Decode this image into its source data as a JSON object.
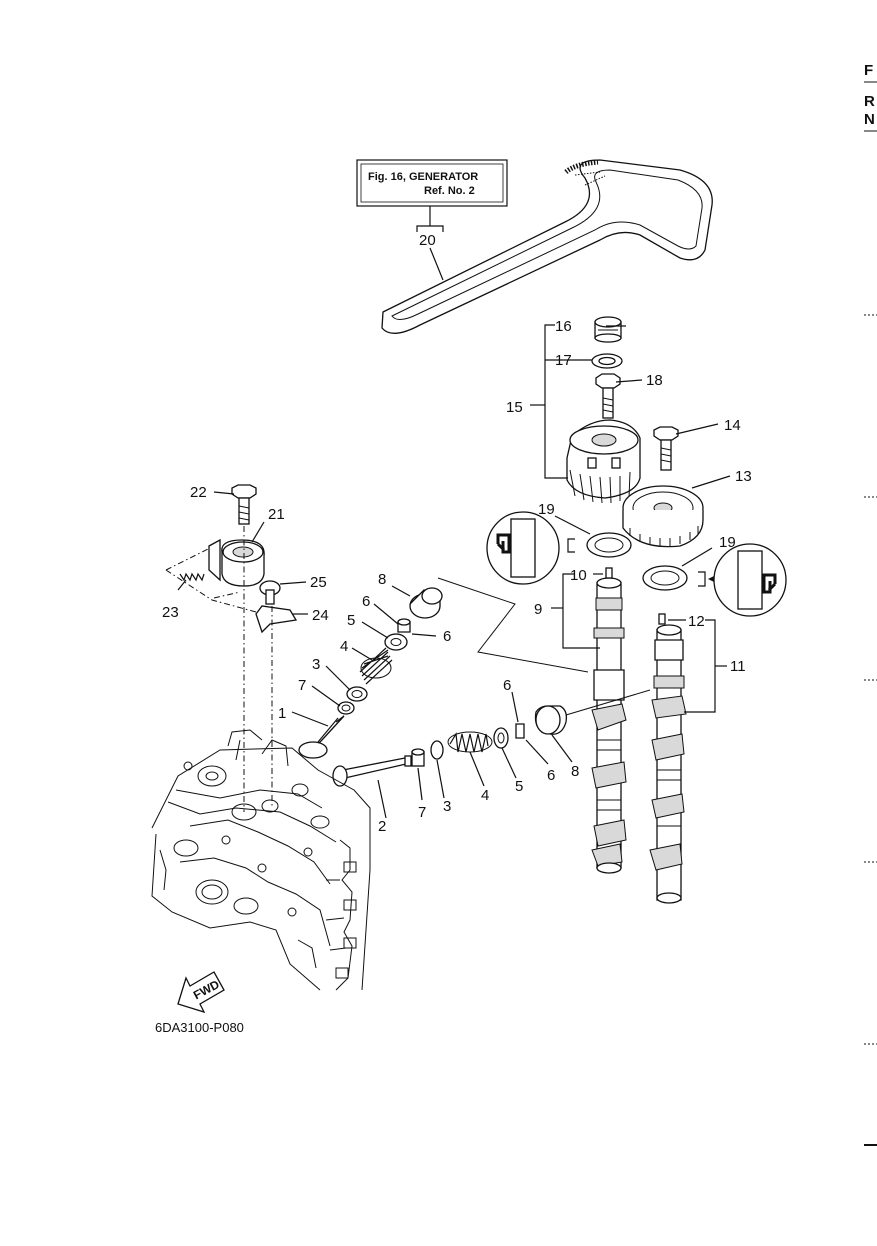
{
  "edge_markers": [
    "F",
    "R",
    "N"
  ],
  "reference_box": {
    "line1": "Fig. 16, GENERATOR",
    "line2": "Ref. No. 2"
  },
  "callouts": {
    "c1": "1",
    "c2": "2",
    "c3a": "3",
    "c3b": "3",
    "c4a": "4",
    "c4b": "4",
    "c5a": "5",
    "c5b": "5",
    "c6a": "6",
    "c6b": "6",
    "c6c": "6",
    "c6d": "6",
    "c7a": "7",
    "c7b": "7",
    "c8a": "8",
    "c8b": "8",
    "c9": "9",
    "c10": "10",
    "c11": "11",
    "c12": "12",
    "c13": "13",
    "c14": "14",
    "c15": "15",
    "c16": "16",
    "c17": "17",
    "c18": "18",
    "c19a": "19",
    "c19b": "19",
    "c20": "20",
    "c21": "21",
    "c22": "22",
    "c23": "23",
    "c24": "24",
    "c25": "25"
  },
  "fwd_label": "FWD",
  "figure_code": "6DA3100-P080"
}
